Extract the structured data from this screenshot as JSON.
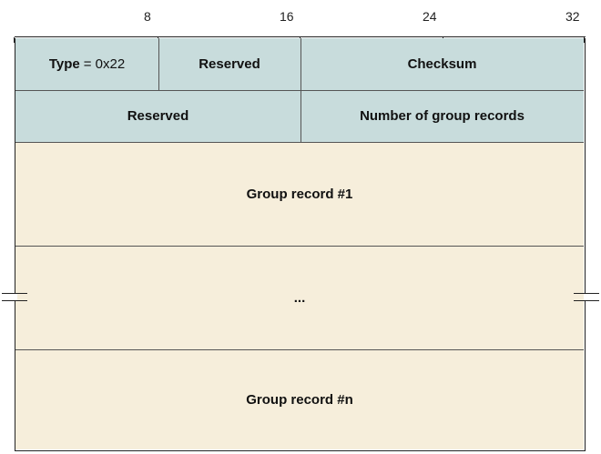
{
  "ruler": {
    "labels": [
      "8",
      "16",
      "24",
      "32"
    ]
  },
  "header": {
    "row1": {
      "type_label": "Type",
      "type_value": "= 0x22",
      "reserved": "Reserved",
      "checksum": "Checksum"
    },
    "row2": {
      "reserved": "Reserved",
      "num_records": "Number of group records"
    }
  },
  "records": {
    "first": "Group record #1",
    "ellipsis": "...",
    "last": "Group record #n"
  },
  "colors": {
    "header_fill": "#c8dcdc",
    "record_fill": "#f6eedb"
  }
}
